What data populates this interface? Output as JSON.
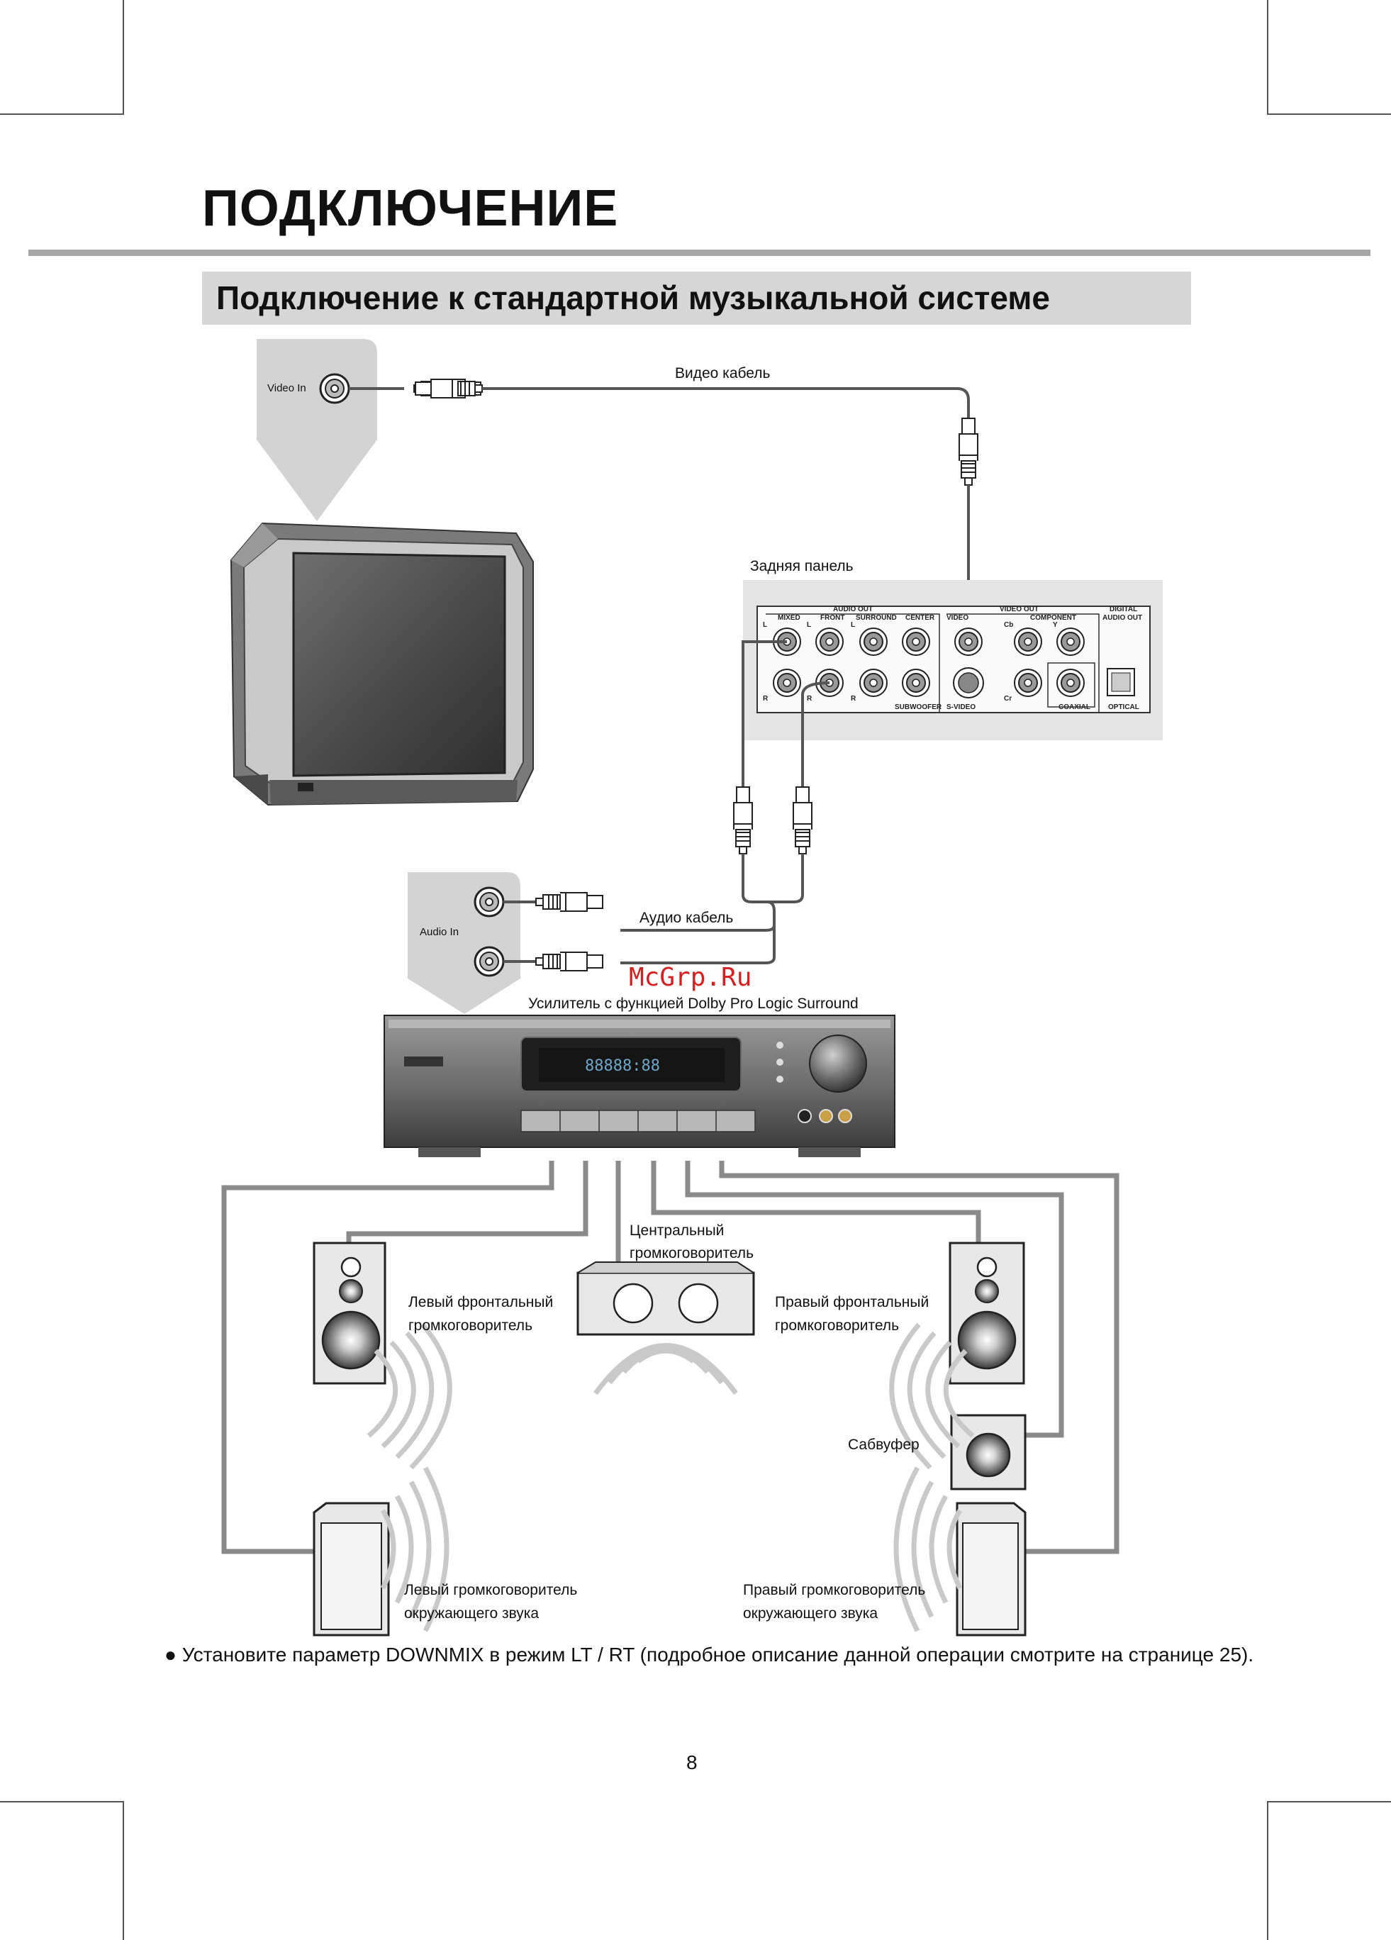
{
  "page": {
    "title": "ПОДКЛЮЧЕНИЕ",
    "section_title": "Подключение к стандартной музыкальной системе",
    "page_number": "8"
  },
  "diagram": {
    "video_in": "Video In",
    "video_cable": "Видео кабель",
    "rear_panel": "Задняя панель",
    "audio_in": "Audio In",
    "audio_cable": "Аудио кабель",
    "watermark": "McGrp.Ru",
    "amplifier": "Усилитель с функцией Dolby Pro Logic Surround",
    "center_speaker_l1": "Центральный",
    "center_speaker_l2": "громкоговоритель",
    "left_front_l1": "Левый фронтальный",
    "left_front_l2": "громкоговоритель",
    "right_front_l1": "Правый фронтальный",
    "right_front_l2": "громкоговоритель",
    "subwoofer": "Сабвуфер",
    "left_surround_l1": "Левый громкоговоритель",
    "left_surround_l2": "окружающего звука",
    "right_surround_l1": "Правый громкоговоритель",
    "right_surround_l2": "окружающего звука",
    "panel": {
      "audio_out": "AUDIO OUT",
      "mixed": "MIXED",
      "front": "FRONT",
      "surround": "SURROUND",
      "center": "CENTER",
      "subwoofer": "SUBWOOFER",
      "video_out": "VIDEO OUT",
      "video": "VIDEO",
      "component": "COMPONENT",
      "s_video": "S-VIDEO",
      "digital_audio_out_1": "DIGITAL",
      "digital_audio_out_2": "AUDIO OUT",
      "coaxial": "COAXIAL",
      "optical": "OPTICAL",
      "l": "L",
      "r": "R",
      "cb": "Cb",
      "cr": "Cr",
      "y": "Y"
    }
  },
  "note": {
    "bullet": "●",
    "text": "Установите параметр DOWNMIX в режим LT / RT (подробное описание данной операции смотрите на странице 25)."
  }
}
